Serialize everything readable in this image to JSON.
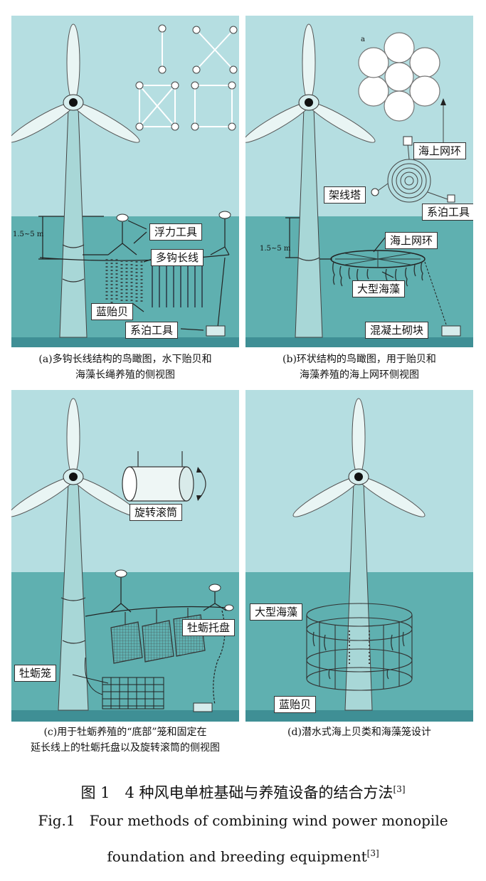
{
  "panel_a": {
    "depth_label": "1.5~5 m",
    "labels": {
      "float": "浮力工具",
      "longline": "多钩长线",
      "mussel": "蓝贻贝",
      "mooring": "系泊工具"
    },
    "caption_line1": "(a)多钩长线结构的鸟瞰图，水下贻贝和",
    "caption_line2": "海藻长绳养殖的侧视图"
  },
  "panel_b": {
    "corner_mark": "a",
    "depth_label": "1.5~5 m",
    "labels": {
      "ring_top": "海上网环",
      "tower": "架线塔",
      "mooring": "系泊工具",
      "ring_side": "海上网环",
      "seaweed": "大型海藻",
      "block": "混凝土砌块"
    },
    "caption_line1": "(b)环状结构的鸟瞰图，用于贻贝和",
    "caption_line2": "海藻养殖的海上网环侧视图"
  },
  "panel_c": {
    "labels": {
      "drum": "旋转滚筒",
      "tray": "牡蛎托盘",
      "cage": "牡蛎笼"
    },
    "caption_line1": "(c)用于牡蛎养殖的“底部”笼和固定在",
    "caption_line2": "延长线上的牡蛎托盘以及旋转滚筒的侧视图"
  },
  "panel_d": {
    "labels": {
      "seaweed": "大型海藻",
      "mussel": "蓝贻贝"
    },
    "caption_line1": "(d)潜水式海上贝类和海藻笼设计"
  },
  "figure": {
    "title_cn": "图 1　4 种风电单桩基础与养殖设备的结合方法",
    "title_cn_ref": "[3]",
    "title_en_line1": "Fig.1　Four methods of combining wind power monopile",
    "title_en_line2": "foundation and breeding equipment",
    "title_en_ref": "[3]"
  },
  "colors": {
    "sky": "#b5dee1",
    "sea": "#5fb0b0",
    "seabed": "#3f8f95",
    "tower": "#a8d7d7",
    "blade": "#e9f5f4"
  }
}
